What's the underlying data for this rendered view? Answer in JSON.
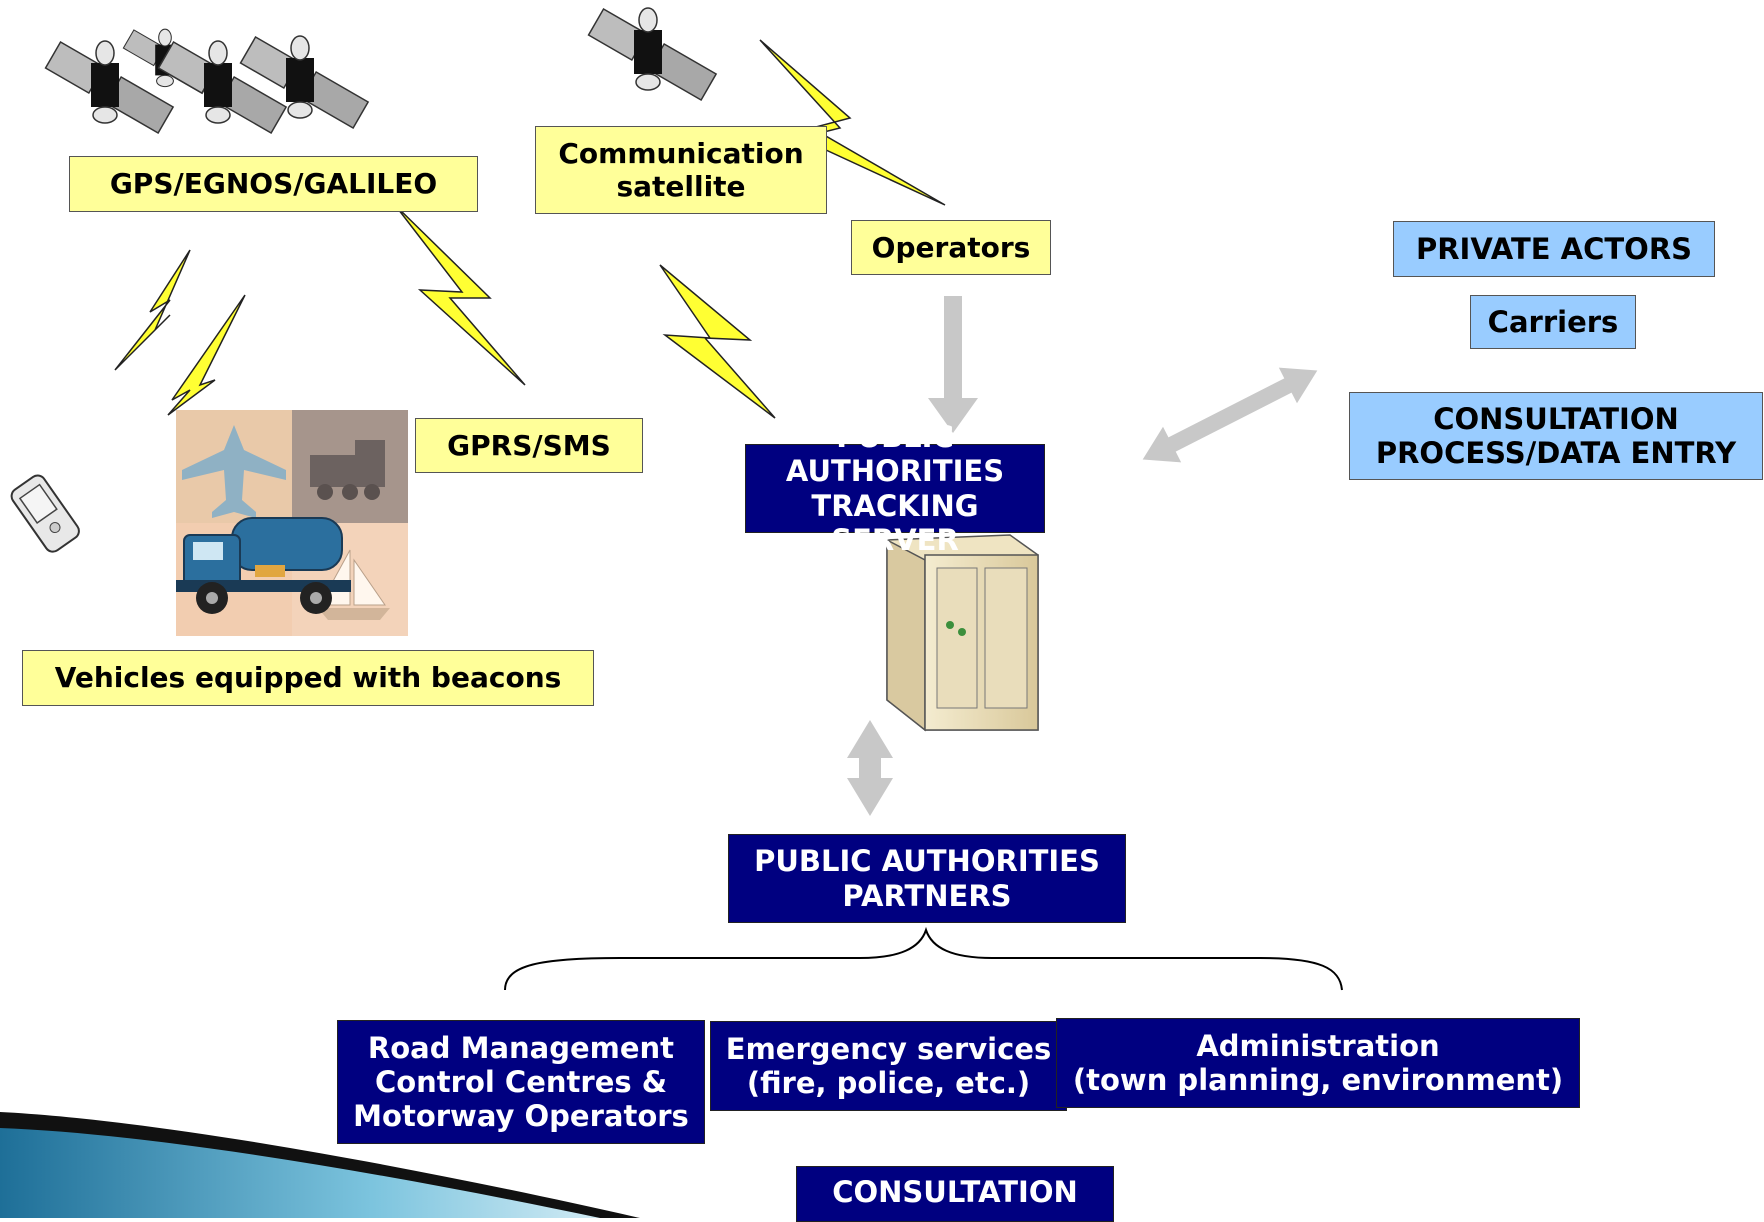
{
  "labels": {
    "gps": "GPS/EGNOS/GALILEO",
    "comm_sat": "Communication\nsatellite",
    "operators": "Operators",
    "gprs": "GPRS/SMS",
    "vehicles": "Vehicles equipped with beacons",
    "tracking_server": "PUBLIC AUTHORITIES\nTRACKING SERVER",
    "private_actors": "PRIVATE ACTORS",
    "carriers": "Carriers",
    "consultation_data_entry": "CONSULTATION\nPROCESS/DATA ENTRY",
    "partners": "PUBLIC AUTHORITIES\nPARTNERS",
    "road_management": "Road Management\nControl Centres &\nMotorway Operators",
    "emergency": "Emergency services\n(fire, police, etc.)",
    "administration": "Administration\n(town planning, environment)",
    "consultation": "CONSULTATION"
  },
  "colors": {
    "yellow_box": "#ffff99",
    "blue_box": "#99ccff",
    "navy_box": "#000080",
    "lightning": "#ffff33",
    "arrow_gray": "#c8c8c8",
    "slide_accent": "#4fa3c7"
  },
  "icons": [
    "satellite-icon",
    "lightning-icon",
    "mobile-phone-icon",
    "transport-clipart",
    "server-icon"
  ]
}
